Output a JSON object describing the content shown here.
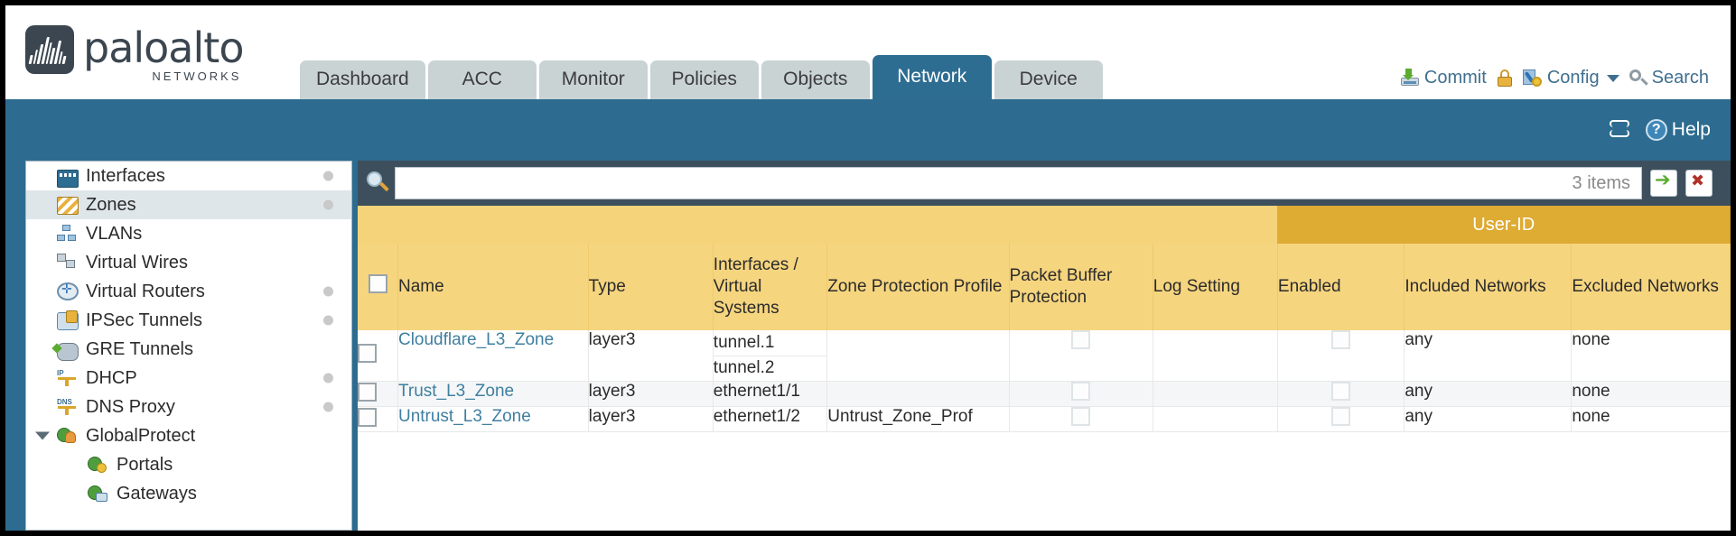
{
  "brand": {
    "name": "paloalto",
    "tagline": "NETWORKS",
    "registered": "®"
  },
  "main_tabs": [
    {
      "label": "Dashboard",
      "active": false
    },
    {
      "label": "ACC",
      "active": false
    },
    {
      "label": "Monitor",
      "active": false
    },
    {
      "label": "Policies",
      "active": false
    },
    {
      "label": "Objects",
      "active": false
    },
    {
      "label": "Network",
      "active": true
    },
    {
      "label": "Device",
      "active": false
    }
  ],
  "top_actions": {
    "commit": "Commit",
    "lock_icon": "lock-icon",
    "config": "Config",
    "search": "Search"
  },
  "band": {
    "refresh_icon": "refresh-icon",
    "help": "Help"
  },
  "sidebar": {
    "items": [
      {
        "label": "Interfaces",
        "icon": "interfaces-icon",
        "selected": false,
        "dot": true,
        "child": false,
        "twisty": false
      },
      {
        "label": "Zones",
        "icon": "zones-icon",
        "selected": true,
        "dot": true,
        "child": false,
        "twisty": false
      },
      {
        "label": "VLANs",
        "icon": "vlans-icon",
        "selected": false,
        "dot": false,
        "child": false,
        "twisty": false
      },
      {
        "label": "Virtual Wires",
        "icon": "virtual-wires-icon",
        "selected": false,
        "dot": false,
        "child": false,
        "twisty": false
      },
      {
        "label": "Virtual Routers",
        "icon": "virtual-router-icon",
        "selected": false,
        "dot": true,
        "child": false,
        "twisty": false
      },
      {
        "label": "IPSec Tunnels",
        "icon": "ipsec-tunnel-icon",
        "selected": false,
        "dot": true,
        "child": false,
        "twisty": false
      },
      {
        "label": "GRE Tunnels",
        "icon": "gre-tunnel-icon",
        "selected": false,
        "dot": false,
        "child": false,
        "twisty": false
      },
      {
        "label": "DHCP",
        "icon": "dhcp-icon",
        "selected": false,
        "dot": true,
        "child": false,
        "twisty": false
      },
      {
        "label": "DNS Proxy",
        "icon": "dns-proxy-icon",
        "selected": false,
        "dot": true,
        "child": false,
        "twisty": false
      },
      {
        "label": "GlobalProtect",
        "icon": "globalprotect-icon",
        "selected": false,
        "dot": false,
        "child": false,
        "twisty": true
      },
      {
        "label": "Portals",
        "icon": "portal-icon",
        "selected": false,
        "dot": false,
        "child": true,
        "twisty": false
      },
      {
        "label": "Gateways",
        "icon": "gateway-icon",
        "selected": false,
        "dot": false,
        "child": true,
        "twisty": false
      }
    ]
  },
  "search": {
    "value": "",
    "placeholder": "",
    "items_count": "3 items",
    "apply_icon": "apply-filter-arrow-icon",
    "clear_icon": "clear-filter-x-icon",
    "magnifier_icon": "magnifier-icon"
  },
  "table": {
    "group_header": {
      "label": "User-ID",
      "span": 3
    },
    "columns": [
      "Name",
      "Type",
      "Interfaces / Virtual Systems",
      "Zone Protection Profile",
      "Packet Buffer Protection",
      "Log Setting",
      "Enabled",
      "Included Networks",
      "Excluded Networks"
    ],
    "rows": [
      {
        "selected": false,
        "name": "Cloudflare_L3_Zone",
        "type": "layer3",
        "interfaces": [
          "tunnel.1",
          "tunnel.2"
        ],
        "zone_protection_profile": "",
        "packet_buffer_protection": false,
        "log_setting": "",
        "userid_enabled": false,
        "included_networks": "any",
        "excluded_networks": "none"
      },
      {
        "selected": false,
        "name": "Trust_L3_Zone",
        "type": "layer3",
        "interfaces": [
          "ethernet1/1"
        ],
        "zone_protection_profile": "",
        "packet_buffer_protection": false,
        "log_setting": "",
        "userid_enabled": false,
        "included_networks": "any",
        "excluded_networks": "none"
      },
      {
        "selected": false,
        "name": "Untrust_L3_Zone",
        "type": "layer3",
        "interfaces": [
          "ethernet1/2"
        ],
        "zone_protection_profile": "Untrust_Zone_Prof",
        "packet_buffer_protection": false,
        "log_setting": "",
        "userid_enabled": false,
        "included_networks": "any",
        "excluded_networks": "none"
      }
    ]
  },
  "colors": {
    "brand_dark": "#3b4650",
    "tab_active": "#2e6d92",
    "tab_inactive": "#c9d3d4",
    "band": "#2d6c90",
    "header_yellow": "#f6d57f",
    "group_yellow": "#deab33",
    "link_blue": "#3f7fa0"
  }
}
